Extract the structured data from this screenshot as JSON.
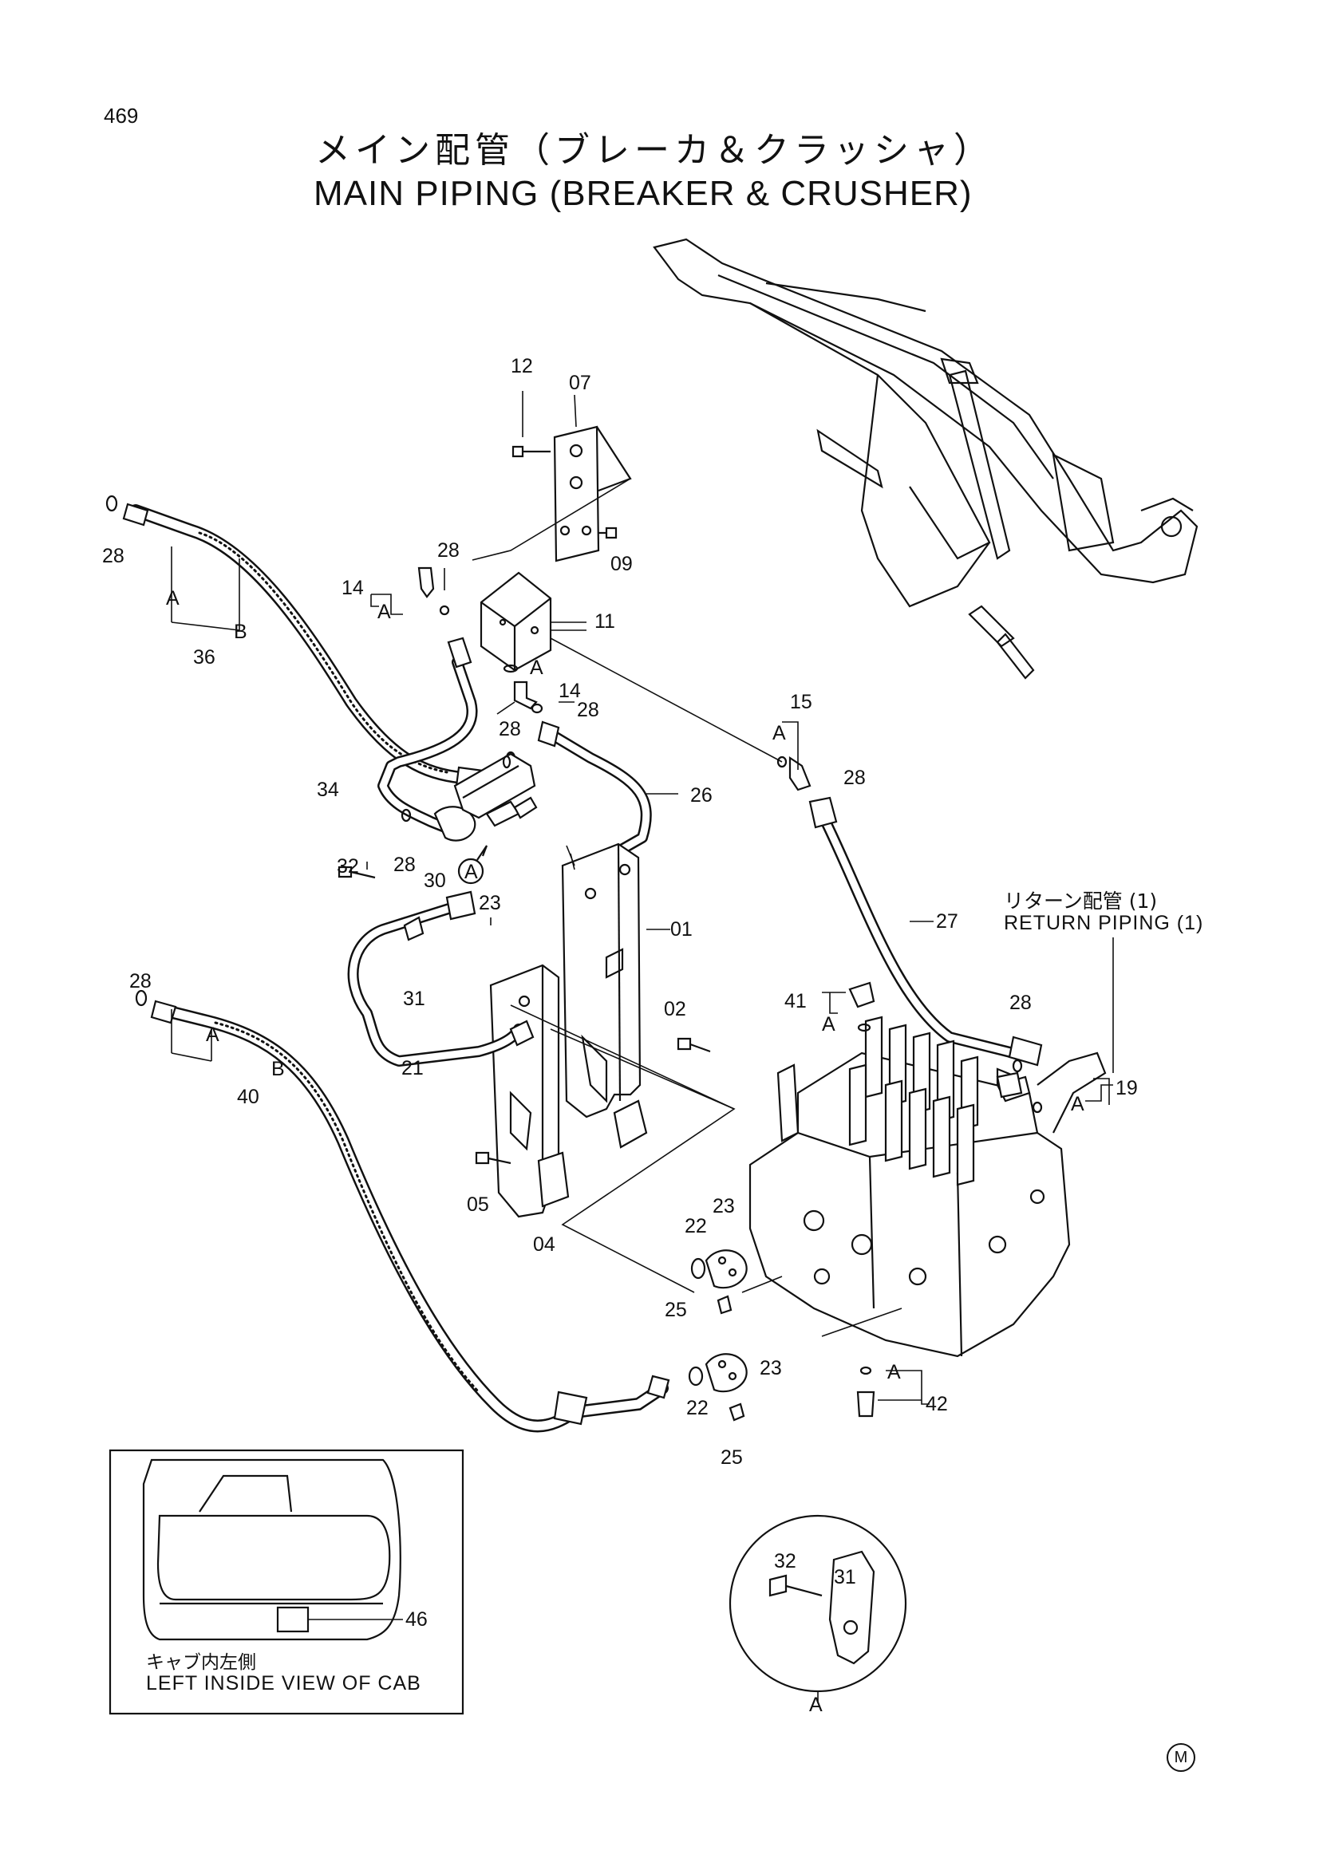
{
  "page": {
    "number": "469",
    "title_jp": "メイン配管（ブレーカ＆クラッシャ）",
    "title_en": "MAIN  PIPING  (BREAKER & CRUSHER)",
    "marker": "M"
  },
  "notes": {
    "return_jp": "リターン配管 (1)",
    "return_en": "RETURN  PIPING  (1)",
    "cab_jp": "キャブ内左側",
    "cab_en": "LEFT  INSIDE  VIEW  OF  CAB"
  },
  "labels": {
    "p12": "12",
    "p07": "07",
    "p09": "09",
    "p28a": "28",
    "p28b": "28",
    "p14a": "14",
    "A1": "A",
    "p11": "11",
    "A2": "A",
    "p14b": "14",
    "p28c": "28",
    "p28d": "28",
    "p15": "15",
    "A3": "A",
    "p28e": "28",
    "A4": "A",
    "B1": "B",
    "p36": "36",
    "p34": "34",
    "p26": "26",
    "p28f": "28",
    "p30": "30",
    "Acircle": "A",
    "p32a": "32",
    "p23": "23",
    "p01": "01",
    "p27": "27",
    "p28g": "28",
    "A5": "A",
    "B2": "B",
    "p40": "40",
    "p31a": "31",
    "p21": "21",
    "p02": "02",
    "p41": "41",
    "A6": "A",
    "p28h": "28",
    "p19": "19",
    "A7": "A",
    "p05": "05",
    "p04": "04",
    "p22a": "22",
    "p23a": "23",
    "p25a": "25",
    "p23b": "23",
    "p22b": "22",
    "A8": "A",
    "p42": "42",
    "p25b": "25",
    "p46": "46",
    "p32b": "32",
    "p31b": "31",
    "Adetail": "A"
  }
}
